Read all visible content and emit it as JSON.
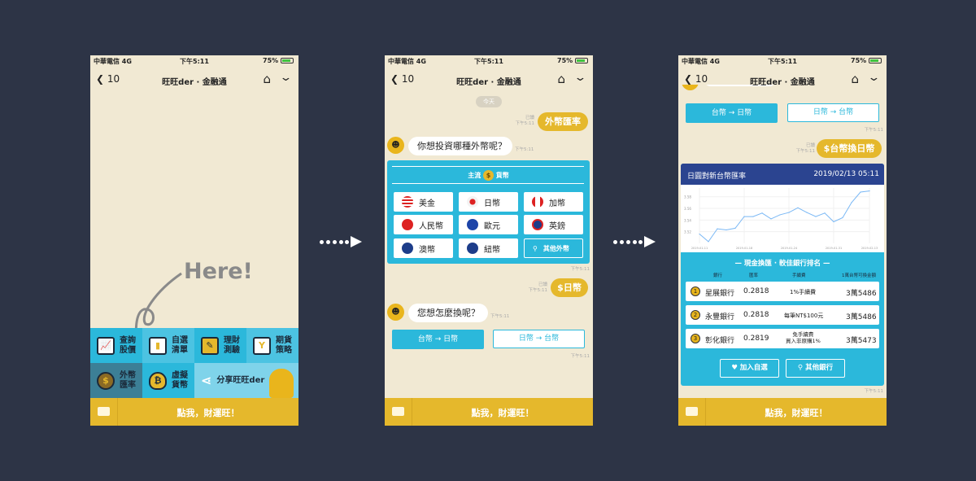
{
  "status": {
    "carrier": "中華電信  4G",
    "time": "下午5:11",
    "battery": "75%"
  },
  "nav": {
    "back": "10",
    "title": "旺旺der · 金融通"
  },
  "bottom_bar": {
    "label": "點我，財運旺！"
  },
  "screen1": {
    "hint": "Here!",
    "menu": [
      {
        "label": "查詢\n股價",
        "icon": "chart-icon"
      },
      {
        "label": "自選\n清單",
        "icon": "bookmark-icon"
      },
      {
        "label": "理財\n測驗",
        "icon": "clipboard-icon"
      },
      {
        "label": "期貨\n策略",
        "icon": "document-icon"
      },
      {
        "label": "外幣\n匯率",
        "icon": "coin-exchange-icon"
      },
      {
        "label": "虛擬\n貨幣",
        "icon": "money-bag-icon"
      },
      {
        "label": "分享旺旺der",
        "icon": "share-icon"
      }
    ]
  },
  "screen2": {
    "date_pill": "今天",
    "read": "已讀",
    "time": "下午5:11",
    "user_msg1": "外幣匯率",
    "bot_msg1": "你想投資哪種外幣呢？",
    "panel_title_left": "主流",
    "panel_title_right": "貨幣",
    "currencies": [
      "美金",
      "日幣",
      "加幣",
      "人民幣",
      "歐元",
      "英鎊",
      "澳幣",
      "紐幣"
    ],
    "other_currency": "其他外幣",
    "user_msg2": "$日幣",
    "bot_msg2": "您想怎麼換呢？",
    "btn_twd_jpy": "台幣 → 日幣",
    "btn_jpy_twd": "日幣 → 台幣"
  },
  "screen3": {
    "user_msg": "$台幣換日幣",
    "card_title": "日圓對新台幣匯率",
    "card_time": "2019/02/13 05:11",
    "ranking_title": "—  現金換匯 · 較佳銀行排名  —",
    "columns": [
      "銀行",
      "匯率",
      "手續費",
      "1萬台幣可換金額"
    ],
    "banks": [
      {
        "rank": "1",
        "name": "星展銀行",
        "rate": "0.2818",
        "fee": "1%手續費",
        "amount": "3萬5486"
      },
      {
        "rank": "2",
        "name": "永豐銀行",
        "rate": "0.2818",
        "fee": "每筆NT$100元",
        "amount": "3萬5486"
      },
      {
        "rank": "3",
        "name": "彰化銀行",
        "rate": "0.2819",
        "fee": "免手續費\n買入非原購1%",
        "amount": "3萬5473"
      }
    ],
    "add_watch": "加入自選",
    "other_banks": "其他銀行"
  },
  "colors": {
    "background": "#2d3446",
    "chat_bg": "#f1e9d3",
    "accent_yellow": "#e5b82c",
    "accent_blue": "#2bb8db",
    "navy": "#2b4490"
  },
  "chart_data": {
    "type": "line",
    "title": "日圓對新台幣匯率",
    "x": [
      "2019-01-11",
      "",
      "",
      "",
      "",
      "2019-01-18",
      "",
      "",
      "",
      "",
      "2019-01-24",
      "",
      "",
      "",
      "",
      "2019-01-31",
      "",
      "",
      "",
      "2019-02-13"
    ],
    "x_ticks": [
      "2019-01-11",
      "2019-01-18",
      "2019-01-24",
      "2019-01-31",
      "2019-02-13"
    ],
    "values": [
      3.516,
      3.503,
      3.525,
      3.523,
      3.526,
      3.546,
      3.546,
      3.552,
      3.542,
      3.549,
      3.553,
      3.561,
      3.553,
      3.546,
      3.552,
      3.537,
      3.544,
      3.57,
      3.588,
      3.59
    ],
    "y_ticks": [
      "3.52",
      "3.54",
      "3.56",
      "3.58"
    ],
    "ylim": [
      3.5,
      3.595
    ],
    "grid": true
  }
}
